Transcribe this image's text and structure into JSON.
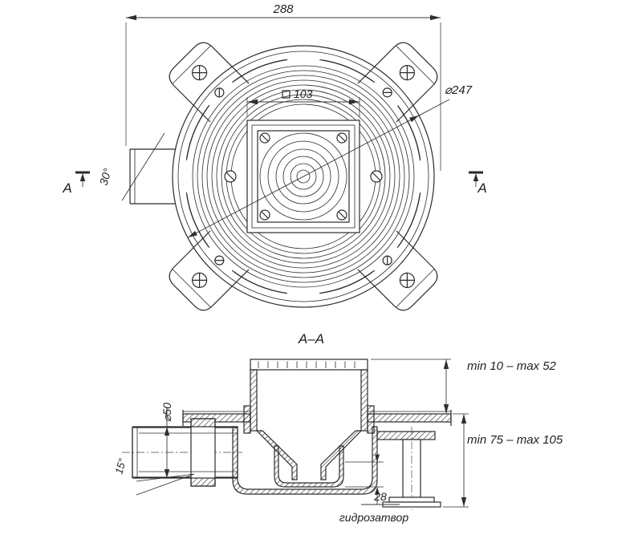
{
  "top": {
    "dim_width": "288",
    "dim_square": "103",
    "dim_diameter": "⌀247",
    "dim_angle": "30°",
    "section_left": "A",
    "section_right": "A"
  },
  "section": {
    "title": "A–A",
    "pipe_diameter": "⌀50",
    "tilt_angle": "15°",
    "height_top": "min 10 – max 52",
    "height_total": "min 75 – max 105",
    "seal_height": "28",
    "seal_label": "гидрозатвор"
  },
  "colors": {
    "line": "#2b2b2b",
    "dimension": "#3a3a3a",
    "background": "#ffffff"
  }
}
